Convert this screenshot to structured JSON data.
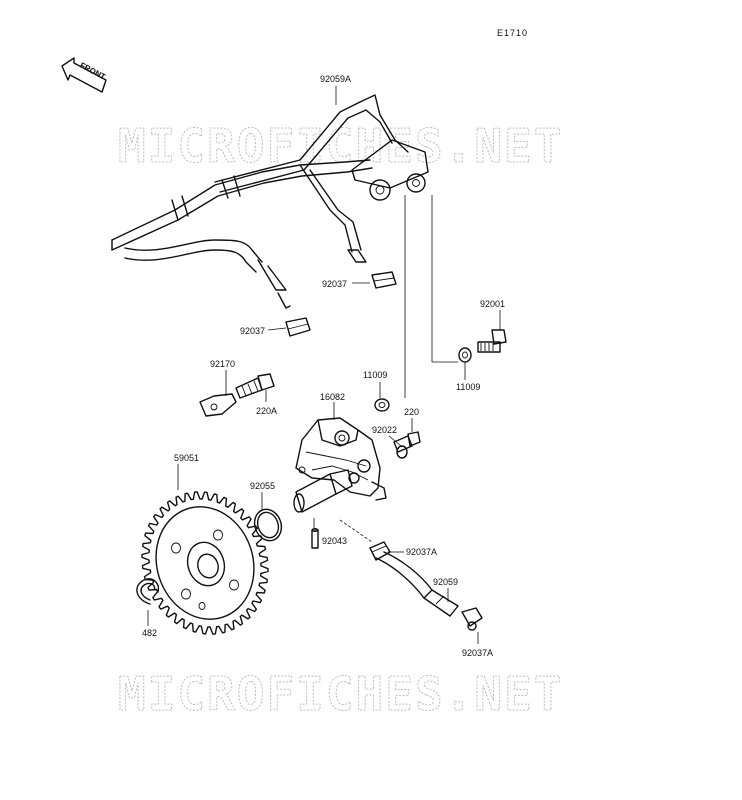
{
  "diagram_code": "E1710",
  "front_arrow_label": "FRONT",
  "watermark": "MICROFICHES.NET",
  "parts": {
    "p92059A": "92059A",
    "p92037_upper": "92037",
    "p92037_lower": "92037",
    "p92001": "92001",
    "p11009_left": "11009",
    "p11009_right": "11009",
    "p92170": "92170",
    "p220A": "220A",
    "p16082": "16082",
    "p220": "220",
    "p92022": "92022",
    "p59051": "59051",
    "p92055": "92055",
    "p92043": "92043",
    "p92037A_upper": "92037A",
    "p92059": "92059",
    "p92037A_lower": "92037A",
    "p482": "482"
  }
}
